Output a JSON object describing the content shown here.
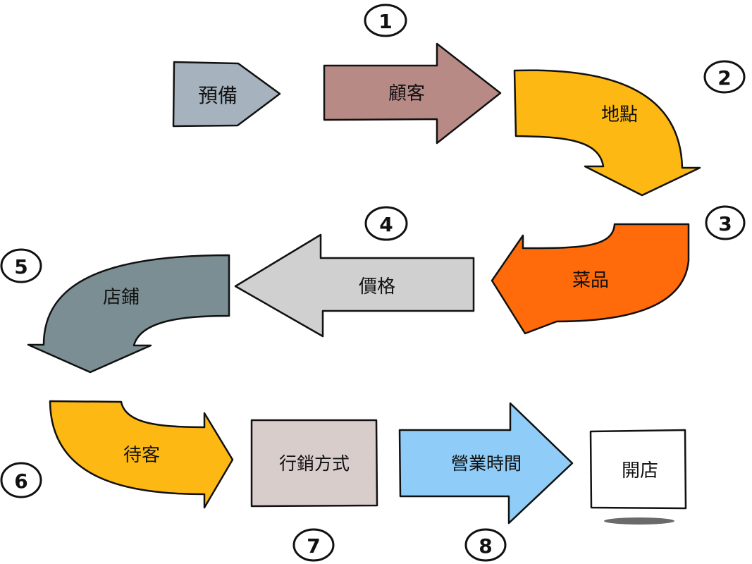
{
  "steps": [
    {
      "label": "預備",
      "color": "#A6B3BF"
    },
    {
      "label": "顧客",
      "color": "#B88A86"
    },
    {
      "label": "地點",
      "color": "#FDB813"
    },
    {
      "label": "菜品",
      "color": "#FF6A0A"
    },
    {
      "label": "價格",
      "color": "#D0D0D0"
    },
    {
      "label": "店鋪",
      "color": "#7B8E93"
    },
    {
      "label": "待客",
      "color": "#FDB813"
    },
    {
      "label": "行銷方式",
      "color": "#D9CDCC"
    },
    {
      "label": "營業時間",
      "color": "#8FCDF8"
    },
    {
      "label": "開店",
      "color": "#FFFFFF"
    }
  ],
  "numbers": [
    "1",
    "2",
    "3",
    "4",
    "5",
    "6",
    "7",
    "8"
  ]
}
